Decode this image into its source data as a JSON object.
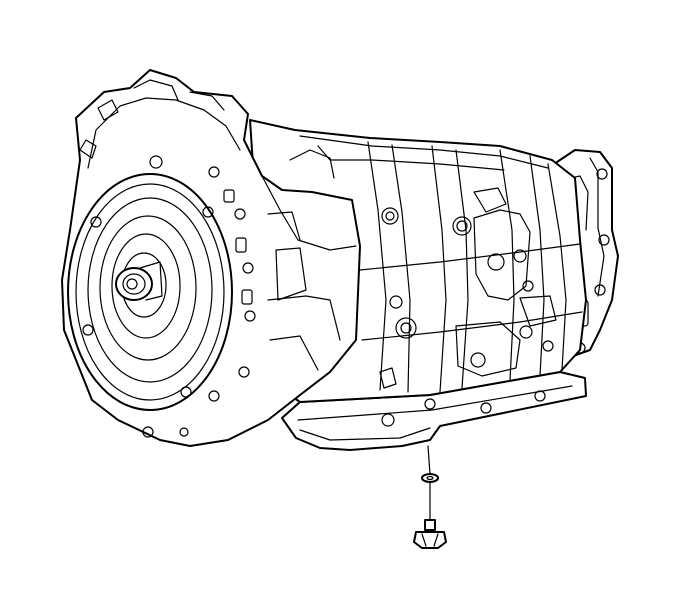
{
  "illustration": {
    "line_color": "#000000",
    "background": "#ffffff",
    "parts": [
      "torque-converter",
      "bell-housing",
      "transmission-case",
      "oil-pan",
      "drain-plug-gasket",
      "drain-plug"
    ]
  }
}
